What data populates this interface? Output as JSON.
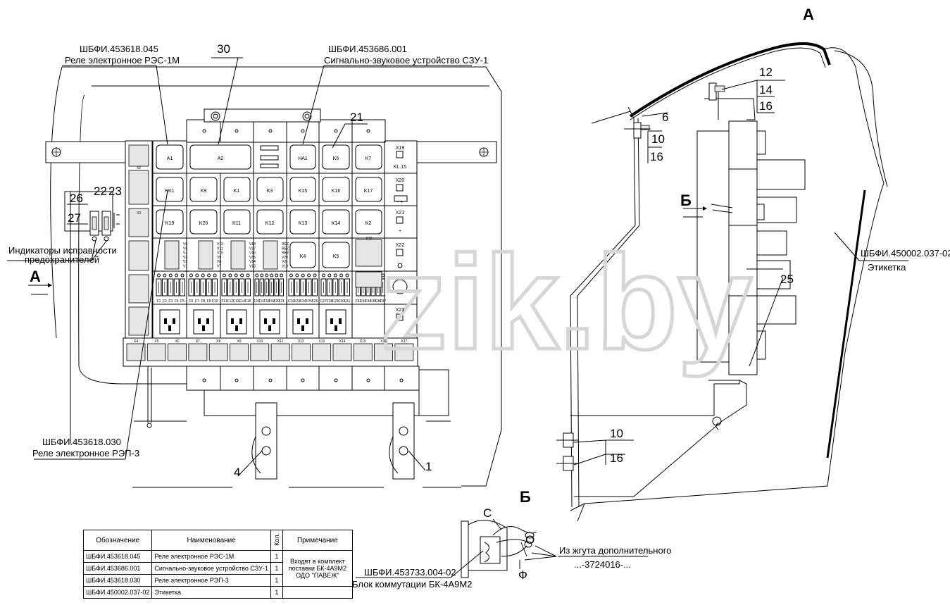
{
  "views": {
    "a": "А",
    "b": "Б",
    "arrow_a": "А",
    "arrow_b": "Б"
  },
  "watermark": "zik.by",
  "callouts": {
    "rec_code": "ШБФИ.453618.045",
    "rec_name": "Реле электронное РЭС-1М",
    "szu_code": "ШБФИ.453686.001",
    "szu_name": "Сигнально-звуковое устройство СЗУ-1",
    "rep_code": "ШБФИ.453618.030",
    "rep_name": "Реле электронное РЭП-3",
    "label_code": "ШБФИ.450002.037-02",
    "label_name": "Этикетка",
    "bk_code": "ШБФИ.453733.004-02",
    "bk_name": "Блок коммутации БК-4А9М2",
    "indicators_1": "Индикаторы исправности",
    "indicators_2": "предохранителей",
    "harness_1": "Из жгута дополнительного",
    "harness_2": "...-3724016-..."
  },
  "positions": {
    "p30": "30",
    "p21": "21",
    "p26": "26",
    "p27": "27",
    "p22": "22",
    "p23": "23",
    "p4": "4",
    "p1": "1",
    "a12": "12",
    "a14": "14",
    "a16a": "16",
    "a6": "6",
    "a10a": "10",
    "a16b": "16",
    "a25": "25",
    "a10b": "10",
    "a16c": "16",
    "b_c": "С",
    "b_o": "О",
    "b_f": "Ф"
  },
  "relays": {
    "row1": [
      "A1",
      "A2",
      "HA1",
      "K6",
      "K7"
    ],
    "row2": [
      "KK1",
      "K9",
      "K1",
      "K3",
      "K15",
      "K16",
      "K17"
    ],
    "row3": [
      "K19",
      "K20",
      "K11",
      "K12",
      "K13",
      "K14",
      "K2"
    ],
    "row4": [
      "K4",
      "K5"
    ]
  },
  "connectors": {
    "x19": "X19",
    "kl15": "KL.15",
    "x20": "X20",
    "x21": "X21",
    "x22": "X22",
    "x23": "X23",
    "plus": "+",
    "minus_plus": "- +",
    "x2": "X2",
    "x3": "X3",
    "x18": "X18"
  },
  "diodes": {
    "g1": [
      "V6",
      "V5",
      "V4",
      "V3",
      "V2",
      "V1"
    ],
    "g2": [
      "V12",
      "V11",
      "V10",
      "V9",
      "V8",
      "V7"
    ],
    "g3": [
      "V18",
      "V17",
      "V16",
      "V15",
      "V14",
      "V13"
    ],
    "g4": [
      "REZ",
      "REZ",
      "REZ",
      "V20",
      "V21",
      "V19"
    ]
  },
  "fuses": {
    "g1": [
      "F1",
      "F2",
      "F3",
      "F4",
      "F5"
    ],
    "g2": [
      "F6",
      "F7",
      "F8",
      "F9",
      "F10"
    ],
    "g3": [
      "F11",
      "F12",
      "F13",
      "F14",
      "F15"
    ],
    "g4": [
      "F16",
      "F17",
      "F18",
      "F19",
      "F20",
      "F21"
    ],
    "g5": [
      "F22",
      "F23",
      "F24",
      "F25",
      "F26"
    ],
    "g6": [
      "F27",
      "F28",
      "F29",
      "F30",
      "F31"
    ],
    "g7": [
      "F32",
      "F33",
      "F34",
      "F35",
      "F36",
      "F37"
    ]
  },
  "bottom_connectors": [
    "X4",
    "X5",
    "X6",
    "X7",
    "X8",
    "X9",
    "X10",
    "X11",
    "X12",
    "X13",
    "X14",
    "X15",
    "X16",
    "X17"
  ],
  "table": {
    "headers": {
      "code": "Обозначение",
      "name": "Наименование",
      "qty": "Кол.",
      "note": "Примечание"
    },
    "rows": [
      {
        "code": "ШБФИ.453618.045",
        "name": "Реле электронное РЭС-1М",
        "qty": "1"
      },
      {
        "code": "ШБФИ.453686.001",
        "name": "Сигнально-звуковое устройство СЗУ-1",
        "qty": "1"
      },
      {
        "code": "ШБФИ.453618.030",
        "name": "Реле электронное РЭП-3",
        "qty": "1"
      },
      {
        "code": "ШБФИ.450002.037-02",
        "name": "Этикетка",
        "qty": "1"
      }
    ],
    "note": "Входят в комплект поставки БК-4А9М2 ОДО \"ПАВЕЖ\""
  }
}
